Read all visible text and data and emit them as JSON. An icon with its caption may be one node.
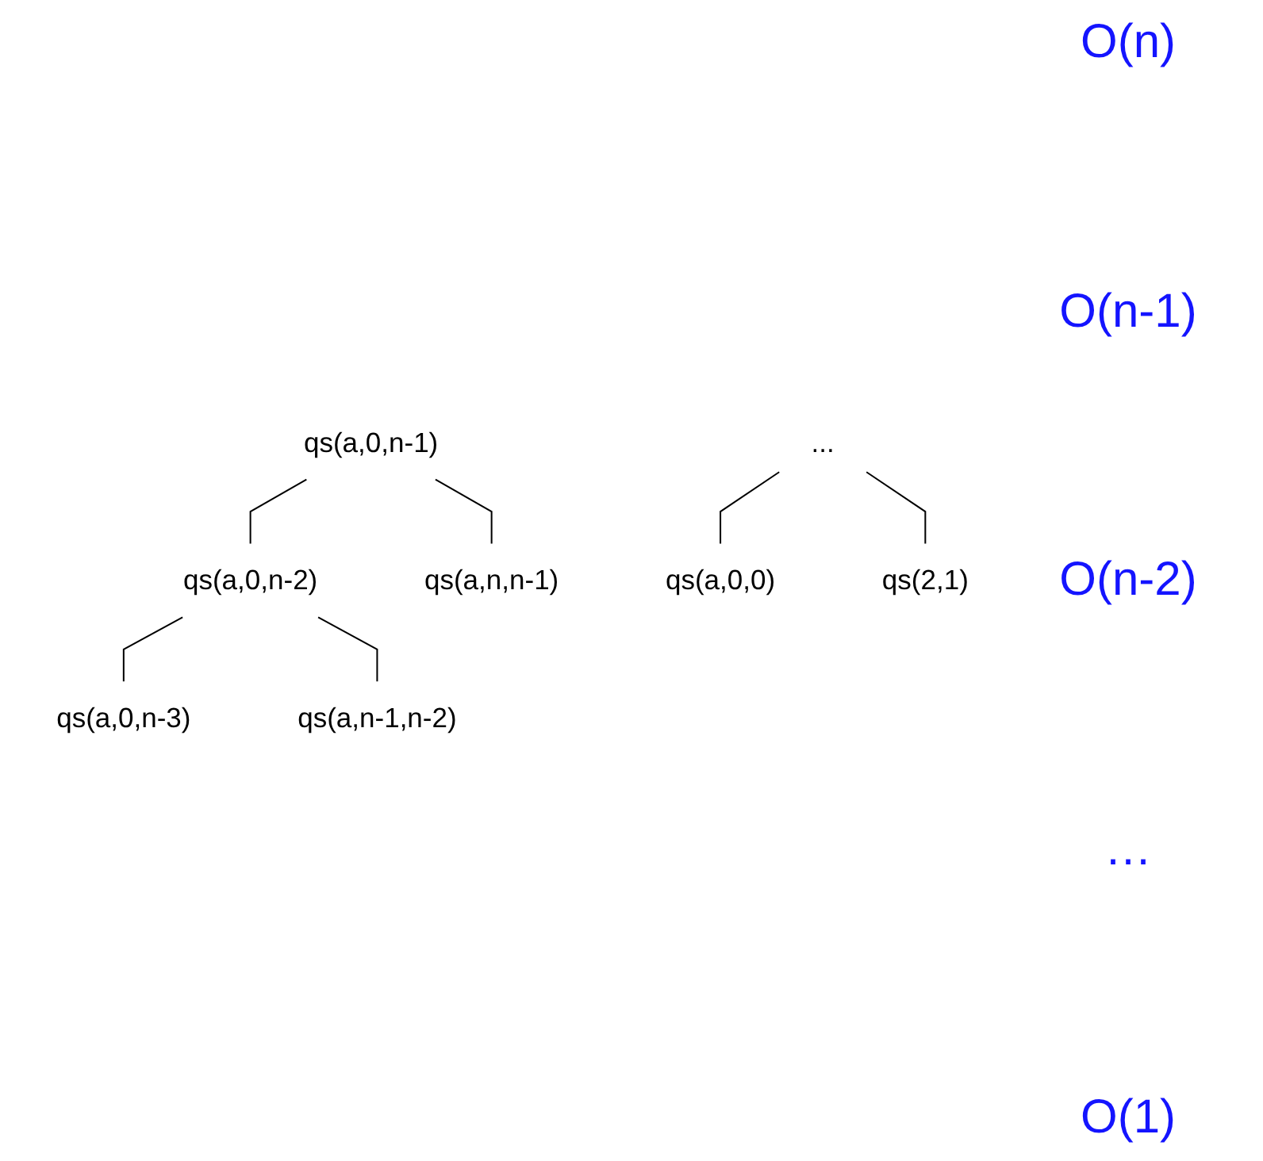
{
  "diagram": {
    "nodes": [
      {
        "text": [
          "qs(a,0,n-1)"
        ]
      },
      {
        "text": [
          "qs(a,0,n-2)"
        ]
      },
      {
        "text": [
          "qs(a,n,n-1)"
        ]
      },
      {
        "text": [
          "qs(a,0,n-3)"
        ]
      },
      {
        "text": [
          "qs(a,n-1,n-2)"
        ]
      },
      {
        "text": [
          "..."
        ]
      },
      {
        "text": [
          "qs(a,0,0)"
        ]
      },
      {
        "text": [
          "qs(2,1)"
        ]
      }
    ],
    "edges": [
      {
        "from": 0,
        "to": 1,
        "arrow": "none"
      },
      {
        "from": 0,
        "to": 2,
        "arrow": "none"
      },
      {
        "from": 1,
        "to": 3,
        "arrow": "none"
      },
      {
        "from": 1,
        "to": 4,
        "arrow": "none"
      },
      {
        "from": 5,
        "to": 6,
        "arrow": "none"
      },
      {
        "from": 5,
        "to": 7,
        "arrow": "none"
      }
    ],
    "labels": [
      "O(n)",
      "O(n-1)",
      "O(n-2)",
      "…",
      "O(1)"
    ]
  }
}
